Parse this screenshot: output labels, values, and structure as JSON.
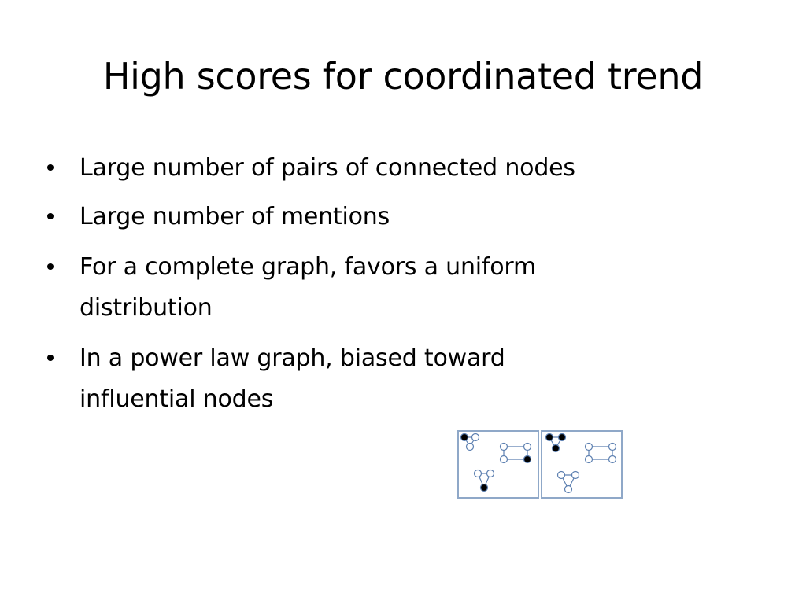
{
  "slide": {
    "title": "High scores for coordinated trend",
    "bullets": [
      {
        "lines": [
          "Large number of  pairs of connected nodes"
        ]
      },
      {
        "lines": [
          "Large number of mentions"
        ]
      },
      {
        "lines": [
          "For a complete graph, favors a uniform",
          "distribution"
        ]
      },
      {
        "lines": [
          "In a power law graph, biased toward",
          "influential nodes"
        ]
      }
    ]
  },
  "colors": {
    "background": "#ffffff",
    "text": "#000000",
    "figure_frame": "#8fa8c8",
    "node_outline": "#5c7fb0",
    "node_filled": "#000000"
  },
  "figure": {
    "icon": "graph-network-diagram"
  }
}
